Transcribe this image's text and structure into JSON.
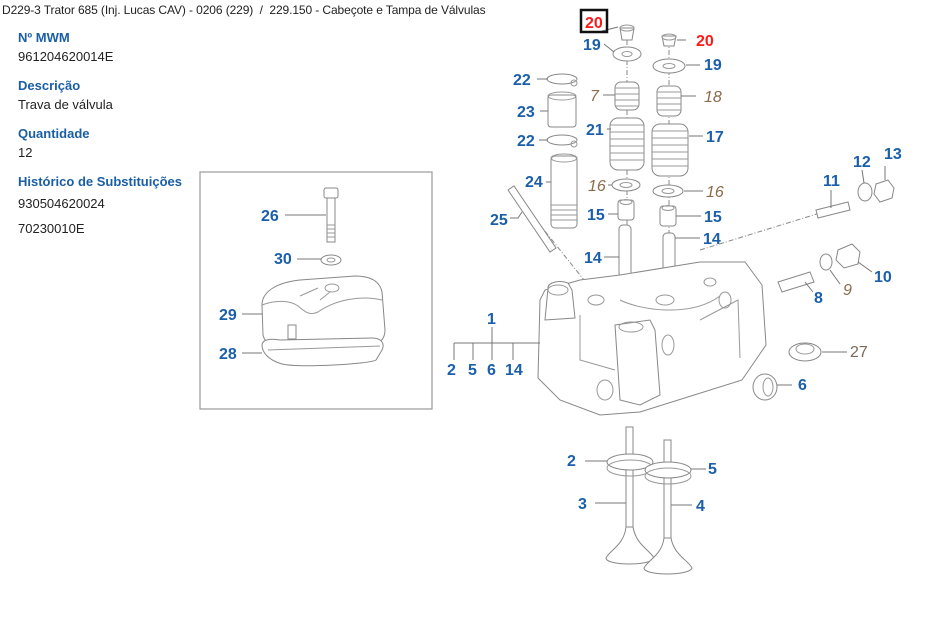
{
  "breadcrumb": {
    "model": "D229-3 Trator 685 (Inj. Lucas CAV) - 0206 (229)",
    "separator": "/",
    "group": "229.150 - Cabeçote e Tampa de Válvulas"
  },
  "part_info": {
    "number_label": "Nº MWM",
    "number_value": "961204620014E",
    "description_label": "Descrição",
    "description_value": "Trava de válvula",
    "quantity_label": "Quantidade",
    "quantity_value": "12",
    "history_label": "Histórico de Substituições",
    "history": [
      "930504620024",
      "70230010E"
    ]
  },
  "diagram": {
    "selected_part": "20",
    "colors": {
      "callout": "#1b5faa",
      "selected": "#ff1a1a",
      "italic": "#8a6b4a"
    },
    "inset_callouts": [
      "26",
      "30",
      "29",
      "28"
    ],
    "callouts": {
      "c20a": "20",
      "c20b": "20",
      "c19a": "19",
      "c19b": "19",
      "c22a": "22",
      "c23": "23",
      "c22b": "22",
      "c7": "7",
      "c18": "18",
      "c21": "21",
      "c17": "17",
      "c24": "24",
      "c16a": "16",
      "c16b": "16",
      "c25": "25",
      "c15a": "15",
      "c15b": "15",
      "c14a": "14",
      "c14b": "14",
      "c11": "11",
      "c12": "12",
      "c13": "13",
      "c10": "10",
      "c9": "9",
      "c8": "8",
      "c27": "27",
      "c6": "6",
      "c1": "1",
      "c1_2": "2",
      "c1_5": "5",
      "c1_6": "6",
      "c1_14": "14",
      "c2": "2",
      "c5": "5",
      "c3": "3",
      "c4": "4"
    }
  }
}
